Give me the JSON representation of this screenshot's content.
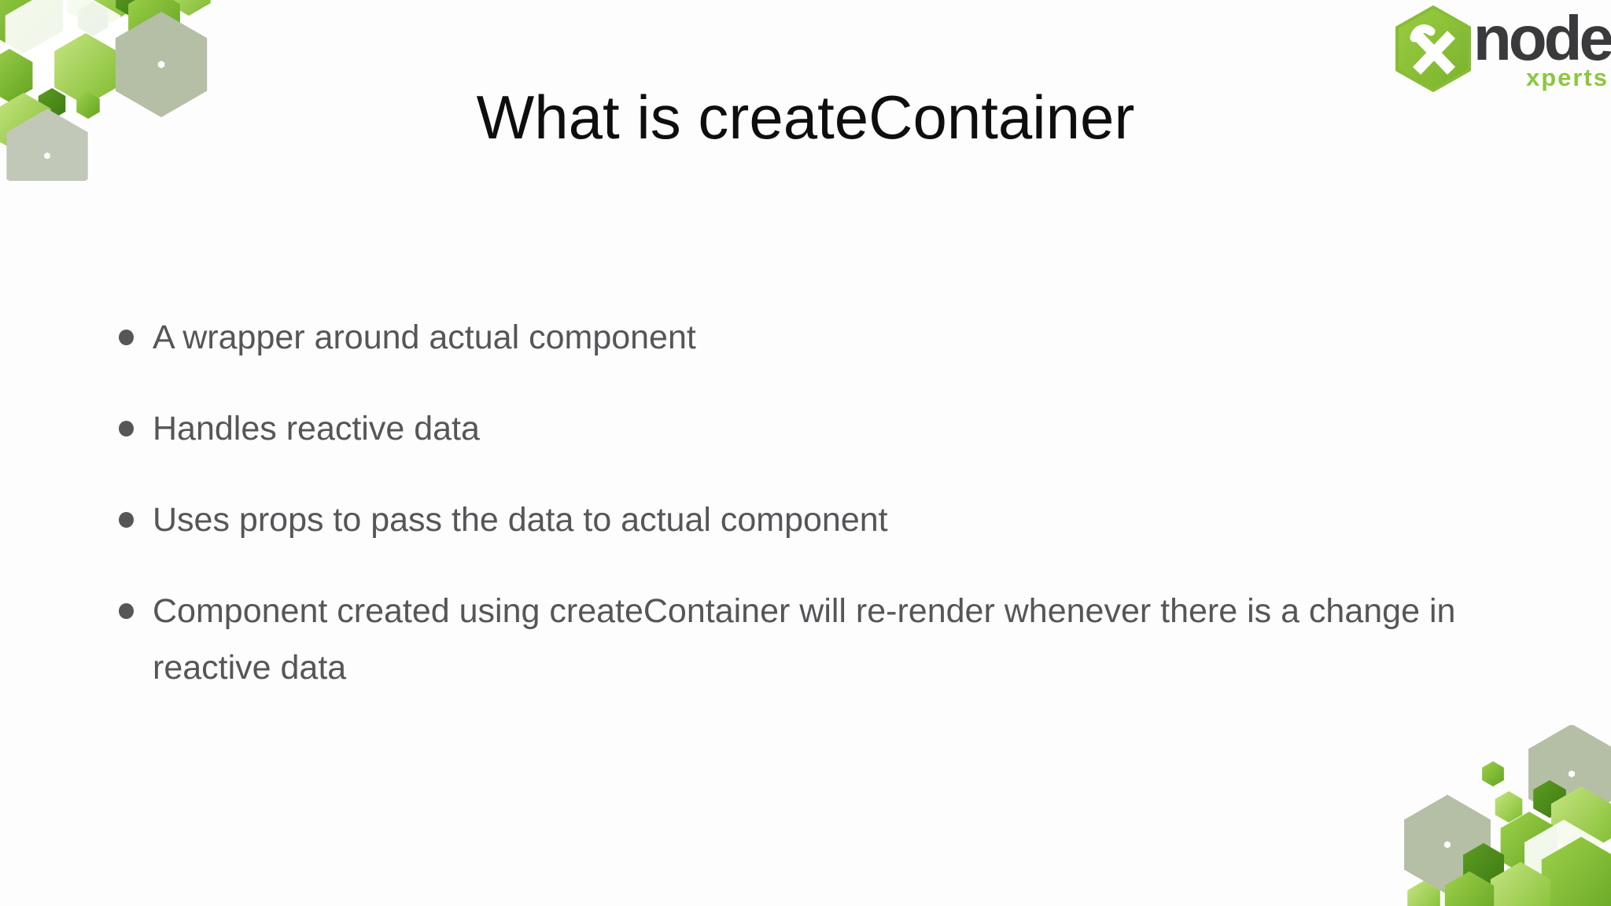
{
  "slide": {
    "title": "What is createContainer",
    "bullets": [
      "A wrapper around actual component",
      "Handles reactive data",
      "Uses props to pass the data to actual component",
      "Component created using createContainer will re-render whenever there is a change in reactive data"
    ]
  },
  "logo": {
    "name": "node",
    "suffix": "xperts",
    "monogram_icon": "rx-hexagon-icon"
  },
  "colors": {
    "brand_green": "#8dc63f",
    "brand_green_dark": "#4d8d1f",
    "logo_text": "#3a3a3c",
    "title_text": "#0e0e0e",
    "bullet_text": "#565659",
    "background": "#fdfdfd"
  }
}
